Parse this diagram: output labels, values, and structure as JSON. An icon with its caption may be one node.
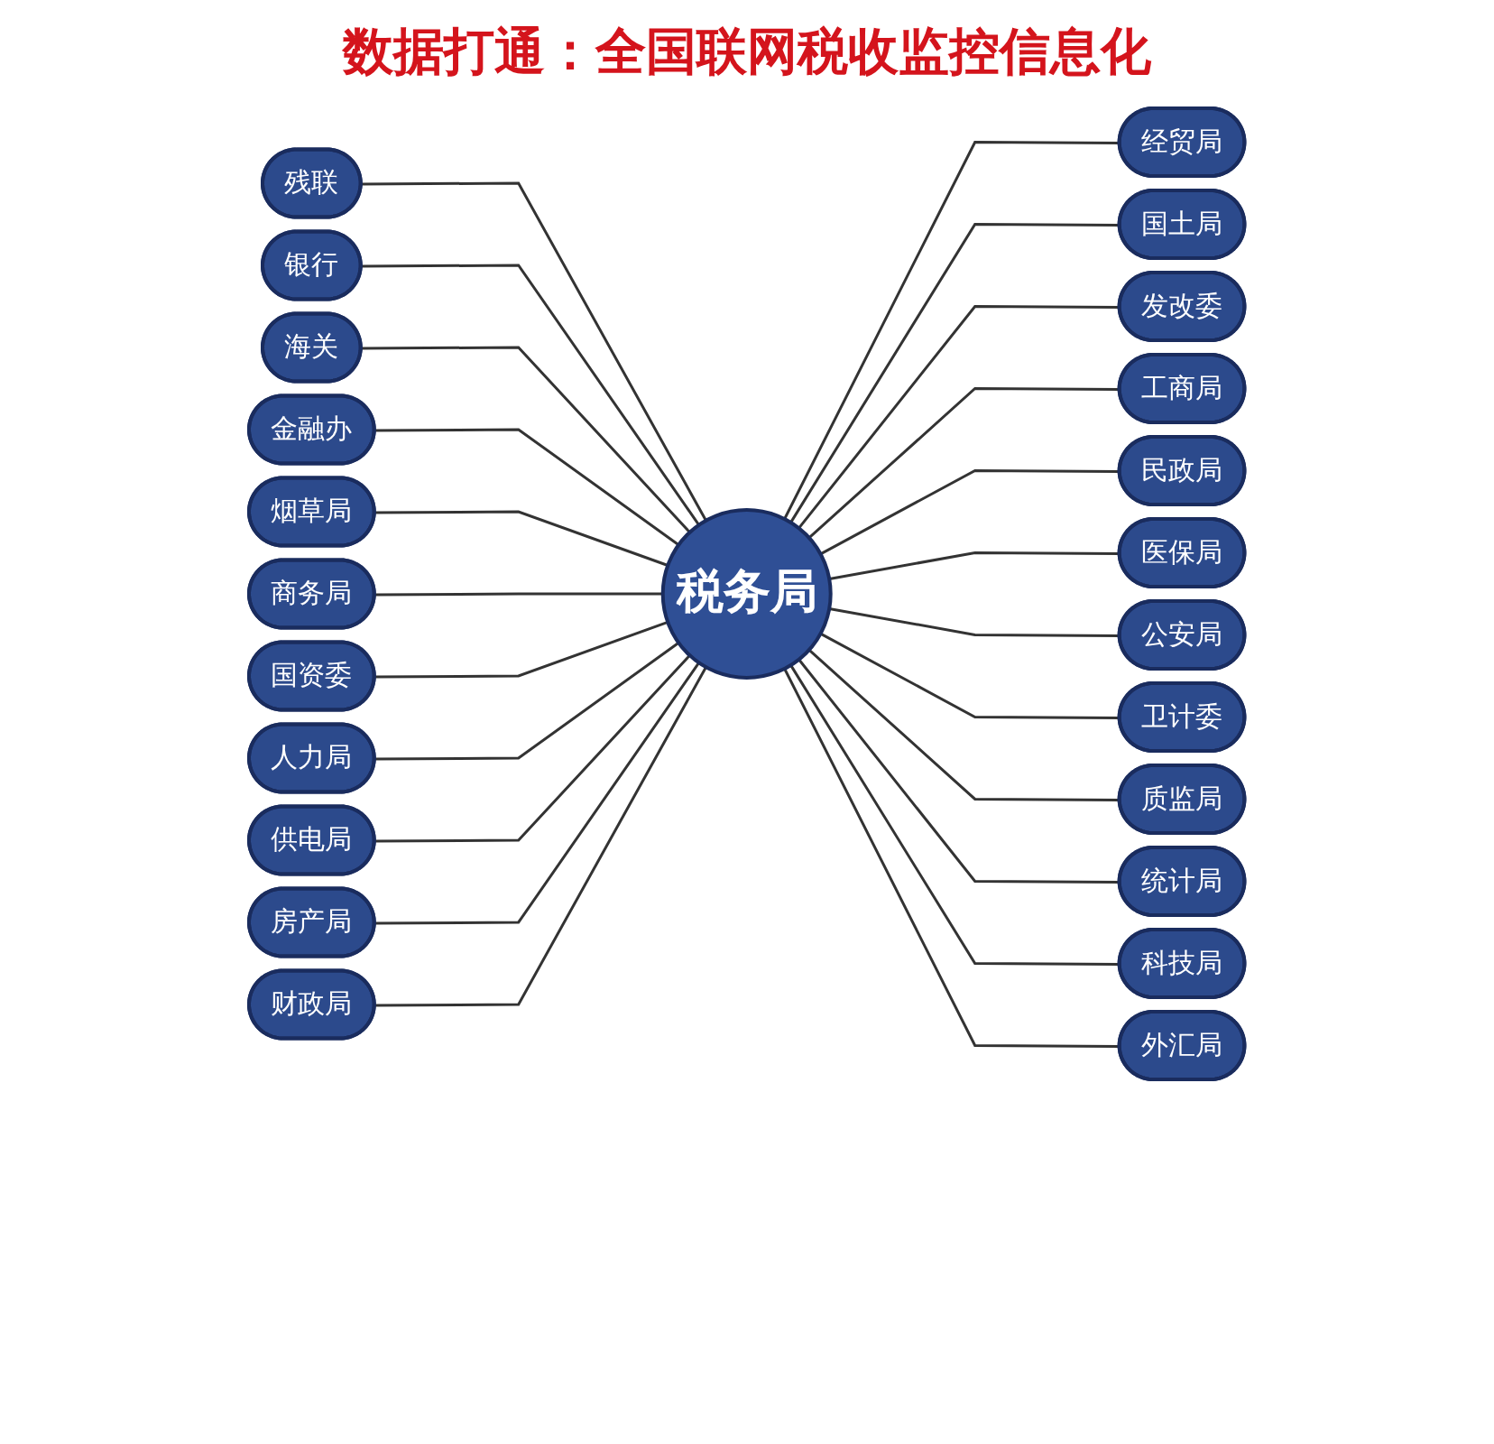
{
  "diagram": {
    "title": "数据打通：全国联网税收监控信息化",
    "nodes": [
      {
        "text": [
          "税务局"
        ]
      },
      {
        "text": [
          "经贸局"
        ]
      },
      {
        "text": [
          "国土局"
        ]
      },
      {
        "text": [
          "发改委"
        ]
      },
      {
        "text": [
          "工商局"
        ]
      },
      {
        "text": [
          "民政局"
        ]
      },
      {
        "text": [
          "医保局"
        ]
      },
      {
        "text": [
          "公安局"
        ]
      },
      {
        "text": [
          "卫计委"
        ]
      },
      {
        "text": [
          "质监局"
        ]
      },
      {
        "text": [
          "统计局"
        ]
      },
      {
        "text": [
          "科技局"
        ]
      },
      {
        "text": [
          "外汇局"
        ]
      },
      {
        "text": [
          "财政局"
        ]
      },
      {
        "text": [
          "房产局"
        ]
      },
      {
        "text": [
          "供电局"
        ]
      },
      {
        "text": [
          "人力局"
        ]
      },
      {
        "text": [
          "国资委"
        ]
      },
      {
        "text": [
          "商务局"
        ]
      },
      {
        "text": [
          "烟草局"
        ]
      },
      {
        "text": [
          "金融办"
        ]
      },
      {
        "text": [
          "海关"
        ]
      },
      {
        "text": [
          "银行"
        ]
      },
      {
        "text": [
          "残联"
        ]
      }
    ],
    "edges": [
      {
        "from": 0,
        "to": 1,
        "arrow": "none"
      },
      {
        "from": 0,
        "to": 2,
        "arrow": "none"
      },
      {
        "from": 0,
        "to": 3,
        "arrow": "none"
      },
      {
        "from": 0,
        "to": 4,
        "arrow": "none"
      },
      {
        "from": 0,
        "to": 5,
        "arrow": "none"
      },
      {
        "from": 0,
        "to": 6,
        "arrow": "none"
      },
      {
        "from": 0,
        "to": 7,
        "arrow": "none"
      },
      {
        "from": 0,
        "to": 8,
        "arrow": "none"
      },
      {
        "from": 0,
        "to": 9,
        "arrow": "none"
      },
      {
        "from": 0,
        "to": 10,
        "arrow": "none"
      },
      {
        "from": 0,
        "to": 11,
        "arrow": "none"
      },
      {
        "from": 0,
        "to": 12,
        "arrow": "none"
      },
      {
        "from": 23,
        "to": 0,
        "arrow": "none"
      },
      {
        "from": 22,
        "to": 0,
        "arrow": "none"
      },
      {
        "from": 21,
        "to": 0,
        "arrow": "none"
      },
      {
        "from": 20,
        "to": 0,
        "arrow": "none"
      },
      {
        "from": 19,
        "to": 0,
        "arrow": "none"
      },
      {
        "from": 18,
        "to": 0,
        "arrow": "none"
      },
      {
        "from": 17,
        "to": 0,
        "arrow": "none"
      },
      {
        "from": 16,
        "to": 0,
        "arrow": "none"
      },
      {
        "from": 15,
        "to": 0,
        "arrow": "none"
      },
      {
        "from": 14,
        "to": 0,
        "arrow": "none"
      },
      {
        "from": 13,
        "to": 0,
        "arrow": "none"
      }
    ]
  }
}
